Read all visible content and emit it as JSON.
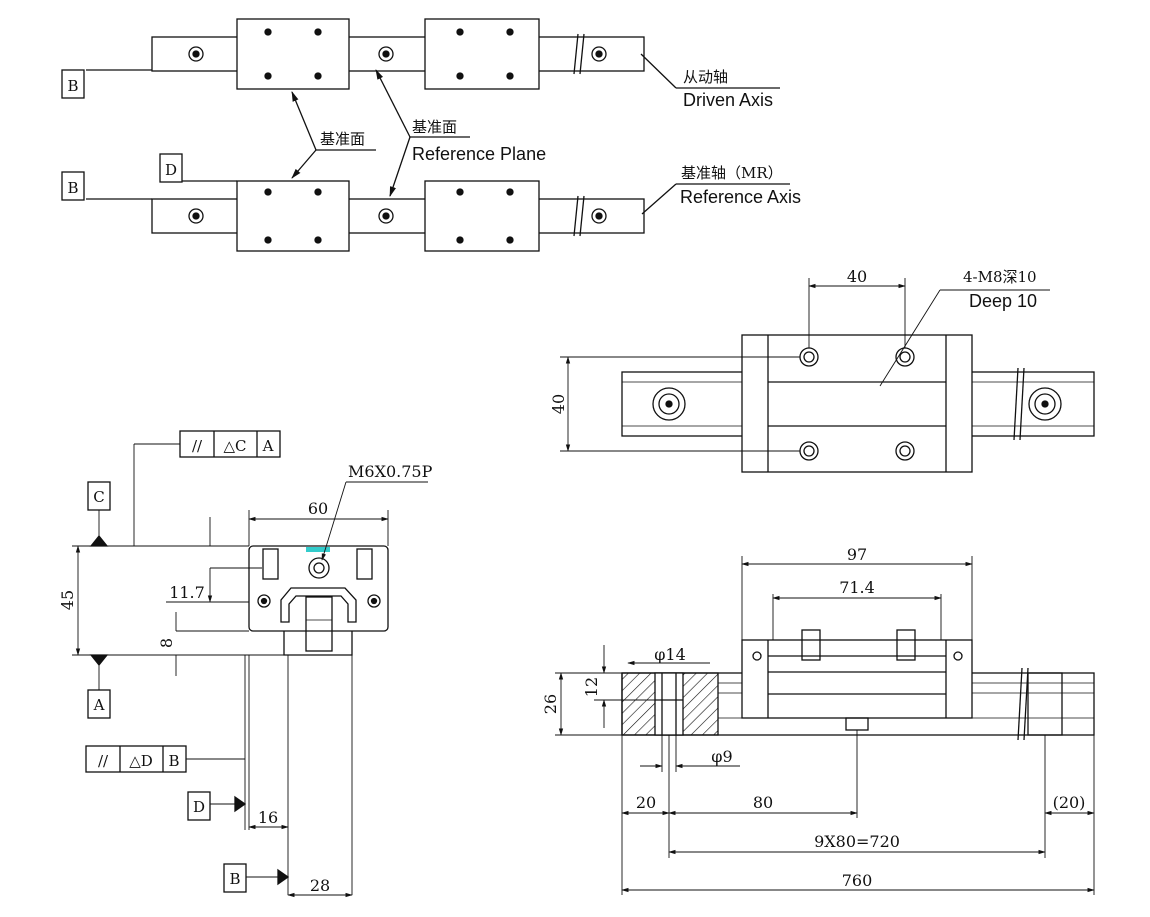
{
  "top": {
    "datum_b_upper": "B",
    "datum_b_lower": "B",
    "datum_d": "D",
    "driven_axis_cn": "从动轴",
    "driven_axis_en": "Driven Axis",
    "ref_plane_cn_1": "基准面",
    "ref_plane_cn_2": "基准面",
    "ref_plane_en": "Reference Plane",
    "ref_axis_cn": "基准轴（MR）",
    "ref_axis_en": "Reference Axis"
  },
  "front_view": {
    "tolerance_top": [
      "//",
      "△C",
      "A"
    ],
    "tolerance_bottom": [
      "//",
      "△D",
      "B"
    ],
    "datum_c": "C",
    "datum_a": "A",
    "datum_d": "D",
    "datum_b": "B",
    "thread": "M6X0.75P",
    "width": "60",
    "height": "45",
    "dim_11_7": "11.7",
    "dim_8": "8",
    "dim_16": "16",
    "dim_28": "28"
  },
  "plan_view": {
    "dim_40_h": "40",
    "dim_40_v": "40",
    "thread_cn": "4-M8深10",
    "thread_en": "Deep 10"
  },
  "side_view": {
    "dim_97": "97",
    "dim_71_4": "71.4",
    "dim_phi14": "φ14",
    "dim_12": "12",
    "dim_26": "26",
    "dim_phi9": "φ9",
    "dim_20": "20",
    "dim_80": "80",
    "dim_20_ref": "(20)",
    "dim_pitch": "9X80=720",
    "dim_760": "760"
  }
}
